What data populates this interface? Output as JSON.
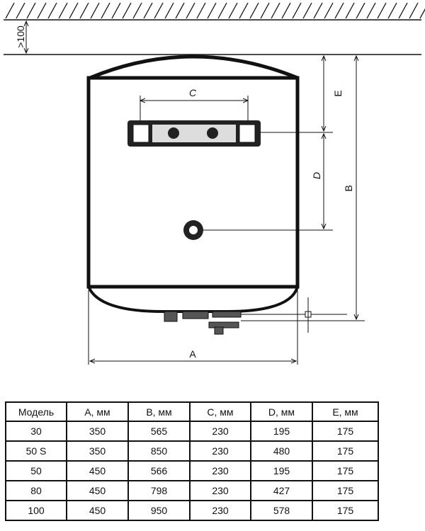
{
  "drawing": {
    "min_clearance_label": ">100",
    "dimension_labels": {
      "A": "A",
      "B": "B",
      "C": "C",
      "D": "D",
      "E": "E"
    }
  },
  "table": {
    "headers": [
      "Модель",
      "A, мм",
      "B, мм",
      "C, мм",
      "D, мм",
      "E, мм"
    ],
    "rows": [
      [
        "30",
        "350",
        "565",
        "230",
        "195",
        "175"
      ],
      [
        "50 S",
        "350",
        "850",
        "230",
        "480",
        "175"
      ],
      [
        "50",
        "450",
        "566",
        "230",
        "195",
        "175"
      ],
      [
        "80",
        "450",
        "798",
        "230",
        "427",
        "175"
      ],
      [
        "100",
        "450",
        "950",
        "230",
        "578",
        "175"
      ]
    ]
  }
}
